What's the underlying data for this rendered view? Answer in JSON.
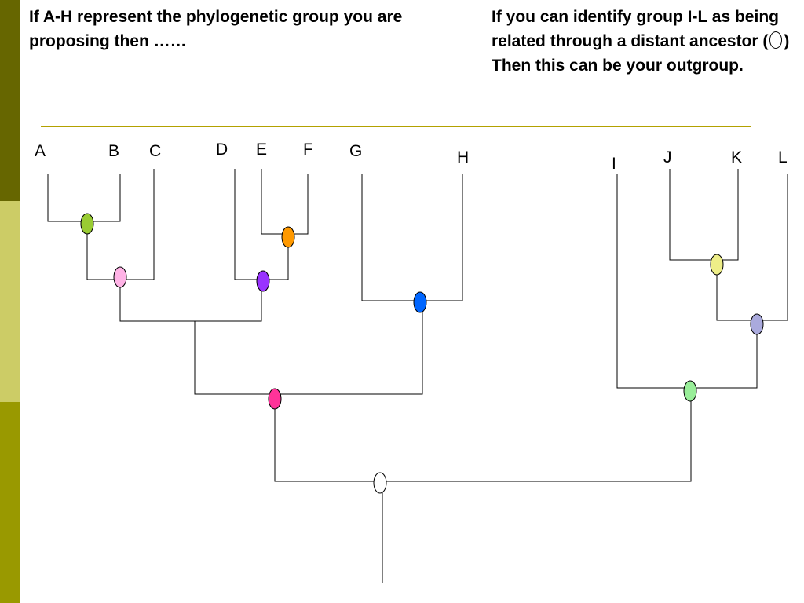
{
  "colors": {
    "sidebar_top": "#666600",
    "sidebar_mid": "#cccc66",
    "sidebar_bottom": "#999900",
    "divider": "#b3a100",
    "branch": "#000000"
  },
  "headings": {
    "left": "If A-H represent the phylogenetic group you are proposing then ……",
    "right_before": "If you can identify group I-L as being related through a distant ancestor (",
    "right_after": ") Then this can be your outgroup."
  },
  "taxa": {
    "a": "A",
    "b": "B",
    "c": "C",
    "d": "D",
    "e": "E",
    "f": "F",
    "g": "G",
    "h": "H",
    "i": "I",
    "j": "J",
    "k": "K",
    "l": "L"
  },
  "nodes": {
    "ab": {
      "fill": "#99cc33"
    },
    "abc": {
      "fill": "#ffb3e6"
    },
    "ef": {
      "fill": "#ff9900"
    },
    "def": {
      "fill": "#9933ff"
    },
    "gh": {
      "fill": "#0066ff"
    },
    "ingroup": {
      "fill": "#ff3399"
    },
    "jk": {
      "fill": "#eeee88"
    },
    "jkl": {
      "fill": "#aaaadd"
    },
    "outgroup": {
      "fill": "#99ee99"
    },
    "root": {
      "fill": "#ffffff"
    }
  }
}
